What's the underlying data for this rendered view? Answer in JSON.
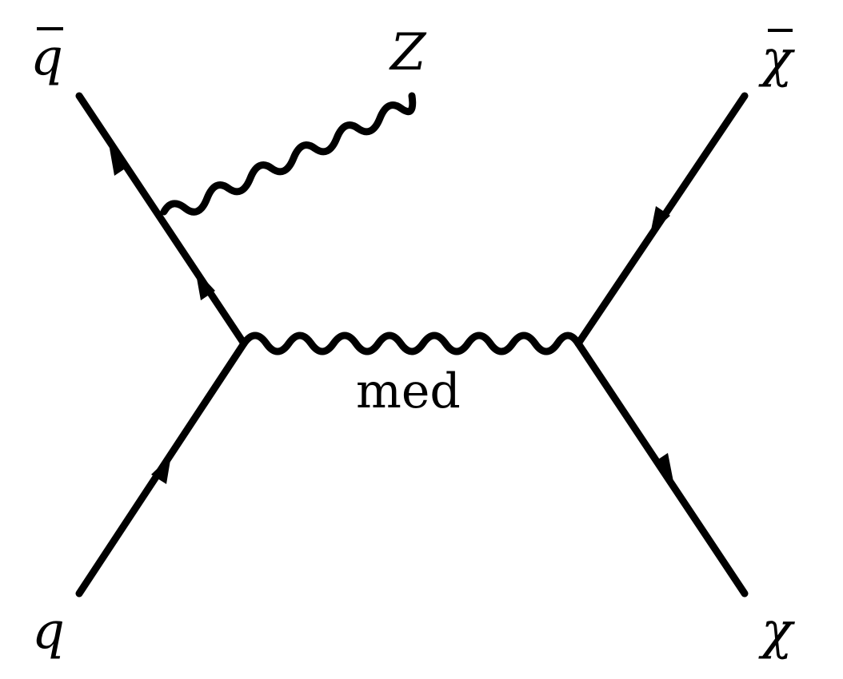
{
  "labels": {
    "q": "q",
    "qbar": "q",
    "z": "Z",
    "chi": "χ",
    "chibar": "χ",
    "mediator": "med"
  },
  "styles": {
    "line_color": "#000000",
    "background": "#ffffff"
  }
}
